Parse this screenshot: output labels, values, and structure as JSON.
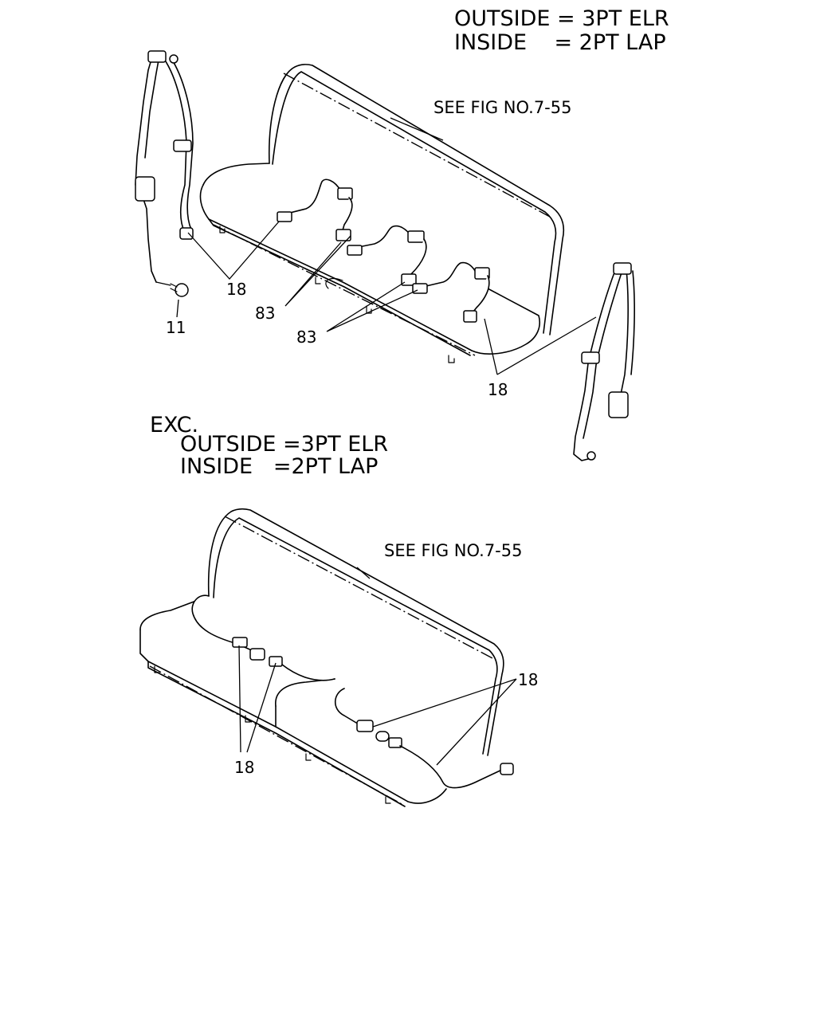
{
  "top_note": {
    "line1": "OUTSIDE = 3PT ELR",
    "line2": "INSIDE    = 2PT LAP"
  },
  "top_assembly": {
    "seat_reference": "SEE FIG NO.7-55",
    "callouts": {
      "shoulder_belt_left": "18",
      "bolt": "11",
      "buckle_left": "83",
      "buckle_right": "83",
      "shoulder_belt_right": "18"
    }
  },
  "exc_note": {
    "line0": "EXC.",
    "line1": "OUTSIDE =3PT ELR",
    "line2": "INSIDE   =2PT LAP"
  },
  "bottom_assembly": {
    "seat_reference": "SEE FIG NO.7-55",
    "callouts": {
      "lap_belt_right": "18",
      "lap_belt_left": "18"
    }
  }
}
